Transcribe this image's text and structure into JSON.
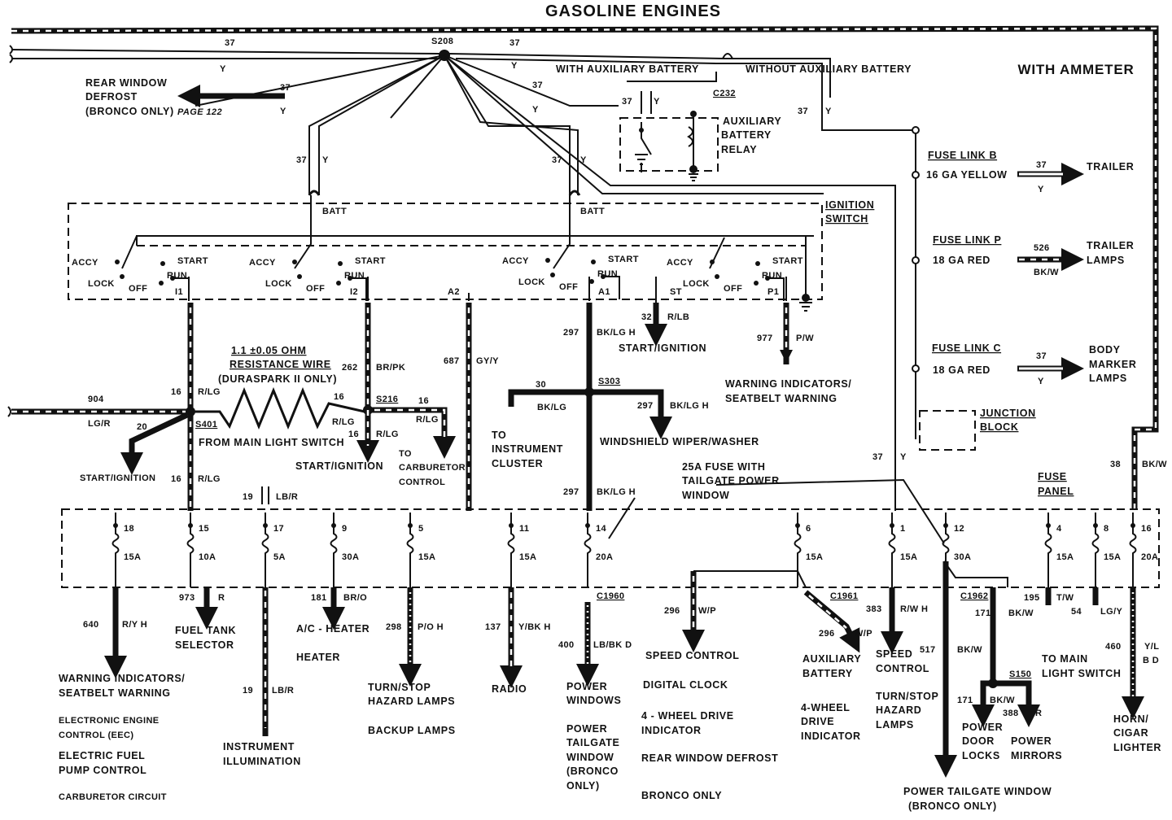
{
  "title": "GASOLINE ENGINES",
  "subtitle": "WITH AMMETER",
  "top": {
    "s208": "S208",
    "w37": "37",
    "wy": "Y",
    "with_aux": "WITH AUXILIARY BATTERY",
    "without_aux": "WITHOUT AUXILIARY BATTERY",
    "c232": "C232",
    "aux_relay": [
      "AUXILIARY",
      "BATTERY",
      "RELAY"
    ],
    "rear_defrost": [
      "REAR WINDOW",
      "DEFROST",
      "(BRONCO ONLY)"
    ],
    "page_ref": "PAGE 122"
  },
  "fuse_links": [
    {
      "name": "FUSE LINK B",
      "gauge": "16 GA YELLOW",
      "wire": "37",
      "color": "Y",
      "dest": [
        "TRAILER"
      ]
    },
    {
      "name": "FUSE LINK P",
      "gauge": "18 GA RED",
      "wire": "526",
      "color": "BK/W",
      "dest": [
        "TRAILER",
        "LAMPS"
      ]
    },
    {
      "name": "FUSE LINK C",
      "gauge": "18 GA RED",
      "wire": "37",
      "color": "Y",
      "dest": [
        "BODY",
        "MARKER",
        "LAMPS"
      ]
    }
  ],
  "junction_block": [
    "JUNCTION",
    "BLOCK"
  ],
  "ignition": {
    "title": [
      "IGNITION",
      "SWITCH"
    ],
    "batt": "BATT",
    "accy": "ACCY",
    "lock": "LOCK",
    "off": "OFF",
    "run": "RUN",
    "start": "START",
    "terms": [
      "I1",
      "I2",
      "A2",
      "A1",
      "ST",
      "P1"
    ]
  },
  "circuits": {
    "w904": "904",
    "lgr": "LG/R",
    "w20": "20",
    "w16": "16",
    "rlg": "R/LG",
    "s401": "S401",
    "s216": "S216",
    "from_main": "FROM MAIN LIGHT SWITCH",
    "start_ign": "START/IGNITION",
    "res": [
      "1.1 ±0.05 OHM",
      "RESISTANCE WIRE",
      "(DURASPARK II ONLY)"
    ],
    "w262": "262",
    "brpk": "BR/PK",
    "w687": "687",
    "gyy": "GY/Y",
    "to_carb": [
      "TO",
      "CARBURETOR",
      "CONTROL"
    ],
    "w19": "19",
    "lbr": "LB/R",
    "w297": "297",
    "bklgh": "BK/LG H",
    "w32": "32",
    "rlb": "R/LB",
    "w30": "30",
    "bklg": "BK/LG",
    "s303": "S303",
    "to_cluster": [
      "TO",
      "INSTRUMENT",
      "CLUSTER"
    ],
    "wiper": "WINDSHIELD WIPER/WASHER",
    "w977": "977",
    "pw": "P/W",
    "warn1": [
      "WARNING INDICATORS/",
      "SEATBELT WARNING"
    ],
    "fuse25": [
      "25A FUSE WITH",
      "TAILGATE POWER",
      "WINDOW"
    ],
    "w38": "38",
    "bkw": "BK/W",
    "fuse_panel": [
      "FUSE",
      "PANEL"
    ]
  },
  "fuses": [
    {
      "num": "18",
      "amp": "15A"
    },
    {
      "num": "15",
      "amp": "10A"
    },
    {
      "num": "17",
      "amp": "5A"
    },
    {
      "num": "9",
      "amp": "30A"
    },
    {
      "num": "5",
      "amp": "15A"
    },
    {
      "num": "11",
      "amp": "15A"
    },
    {
      "num": "14",
      "amp": "20A"
    },
    {
      "num": "6",
      "amp": "15A"
    },
    {
      "num": "1",
      "amp": "15A"
    },
    {
      "num": "12",
      "amp": "30A"
    },
    {
      "num": "4",
      "amp": "15A"
    },
    {
      "num": "8",
      "amp": "15A"
    },
    {
      "num": "16",
      "amp": "20A"
    }
  ],
  "outputs": {
    "w640": "640",
    "ryh": "R/Y H",
    "warn2": [
      "WARNING INDICATORS/",
      "SEATBELT WARNING"
    ],
    "eec": [
      "ELECTRONIC ENGINE",
      "CONTROL (EEC)"
    ],
    "fuel_pump": [
      "ELECTRIC FUEL",
      "PUMP CONTROL"
    ],
    "carb_circuit": "CARBURETOR CIRCUIT",
    "w973": "973",
    "r": "R",
    "fuel_tank": [
      "FUEL TANK",
      "SELECTOR"
    ],
    "instr_illum": [
      "INSTRUMENT",
      "ILLUMINATION"
    ],
    "w181": "181",
    "bro": "BR/O",
    "ac_heater": "A/C - HEATER",
    "heater": "HEATER",
    "w298": "298",
    "poh": "P/O H",
    "turn_stop": [
      "TURN/STOP",
      "HAZARD LAMPS"
    ],
    "backup": "BACKUP LAMPS",
    "w137": "137",
    "ybkh": "Y/BK H",
    "radio": "RADIO",
    "c1960": "C1960",
    "w400": "400",
    "lbbkd": "LB/BK D",
    "power_windows": [
      "POWER",
      "WINDOWS"
    ],
    "power_tailgate": [
      "POWER",
      "TAILGATE",
      "WINDOW",
      "(BRONCO",
      "ONLY)"
    ],
    "w296": "296",
    "wp": "W/P",
    "speed_control": "SPEED CONTROL",
    "digital_clock": "DIGITAL CLOCK",
    "four_wd": [
      "4 - WHEEL DRIVE",
      "INDICATOR"
    ],
    "rear_defrost2": "REAR WINDOW DEFROST",
    "bronco_only": "BRONCO ONLY",
    "c1961": "C1961",
    "aux_batt": [
      "AUXILIARY",
      "BATTERY"
    ],
    "four_wheel": [
      "4-WHEEL",
      "DRIVE",
      "INDICATOR"
    ],
    "w383": "383",
    "rwh": "R/W H",
    "speed_ctl2": [
      "SPEED",
      "CONTROL"
    ],
    "turn_stop2": [
      "TURN/STOP",
      "HAZARD",
      "LAMPS"
    ],
    "w517": "517",
    "tailgate_bronco": [
      "POWER TAILGATE WINDOW",
      "(BRONCO ONLY)"
    ],
    "c1962": "C1962",
    "w171": "171",
    "s150": "S150",
    "w388": "388",
    "door_locks": [
      "POWER",
      "DOOR",
      "LOCKS"
    ],
    "mirrors": [
      "POWER",
      "MIRRORS"
    ],
    "w195": "195",
    "tw": "T/W",
    "w54": "54",
    "lgy": "LG/Y",
    "main_light": [
      "TO MAIN",
      "LIGHT SWITCH"
    ],
    "w460": "460",
    "yl": "Y/L",
    "bd": "B D",
    "horn": [
      "HORN/",
      "CIGAR",
      "LIGHTER"
    ]
  }
}
